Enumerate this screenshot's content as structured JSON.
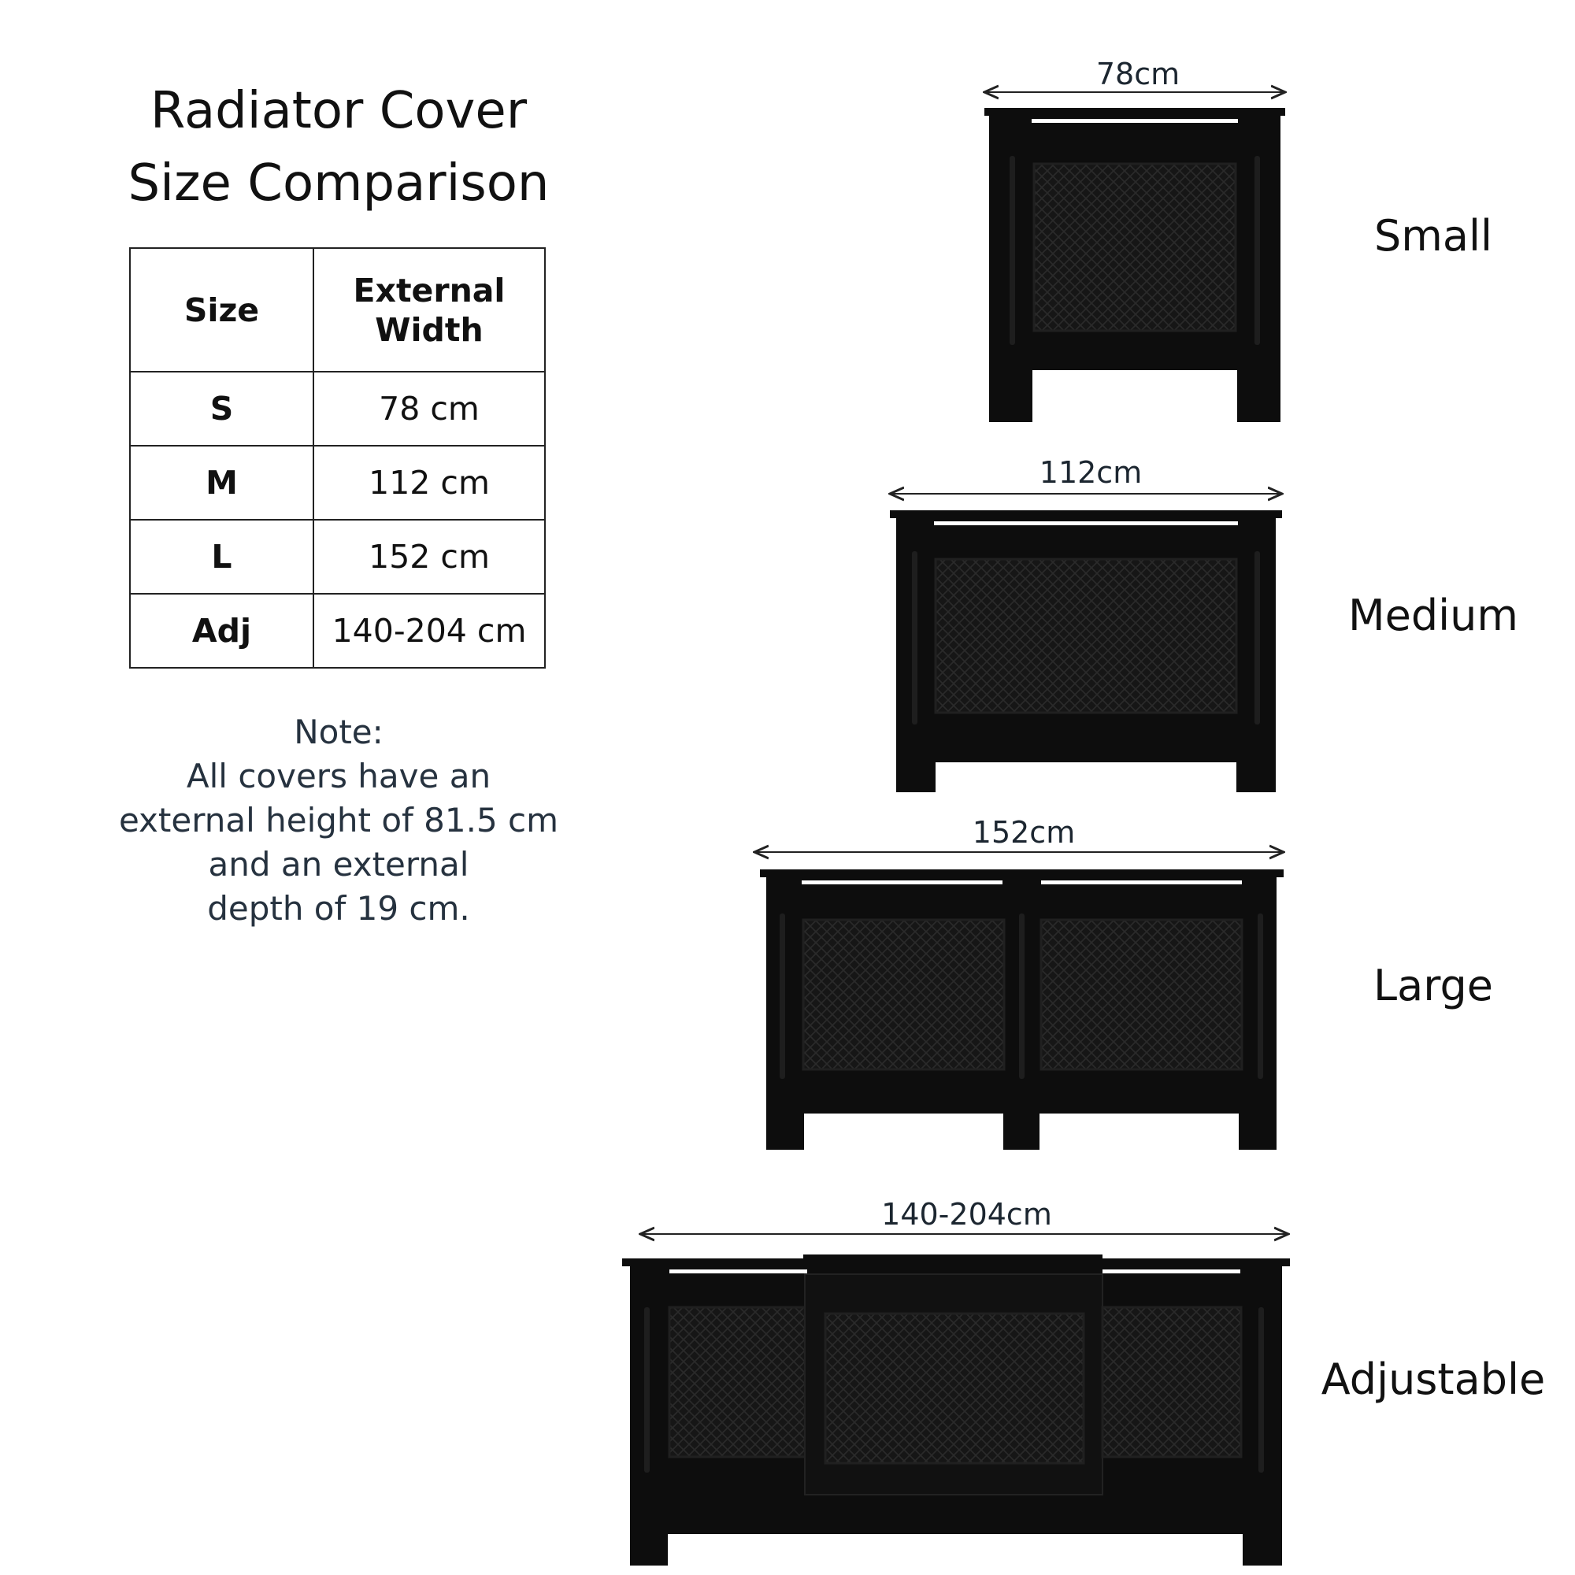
{
  "title": {
    "line1": "Radiator Cover",
    "line2": "Size Comparison"
  },
  "table": {
    "headers": {
      "size": "Size",
      "width_line1": "External",
      "width_line2": "Width"
    },
    "rows": [
      {
        "size": "S",
        "width": "78 cm"
      },
      {
        "size": "M",
        "width": "112 cm"
      },
      {
        "size": "L",
        "width": "152 cm"
      },
      {
        "size": "Adj",
        "width": "140-204 cm"
      }
    ]
  },
  "note": {
    "lines": [
      "Note:",
      "All covers have an",
      "external height of 81.5 cm",
      "and an external",
      "depth of 19 cm."
    ]
  },
  "covers": [
    {
      "id": "small",
      "label": "Small",
      "dimension": "78cm"
    },
    {
      "id": "medium",
      "label": "Medium",
      "dimension": "112cm"
    },
    {
      "id": "large",
      "label": "Large",
      "dimension": "152cm"
    },
    {
      "id": "adjustable",
      "label": "Adjustable",
      "dimension": "140-204cm"
    }
  ],
  "colors": {
    "cover": "#0d0d0d",
    "grille": "#1b1b1b",
    "text": "#111111",
    "note": "#26323f"
  }
}
